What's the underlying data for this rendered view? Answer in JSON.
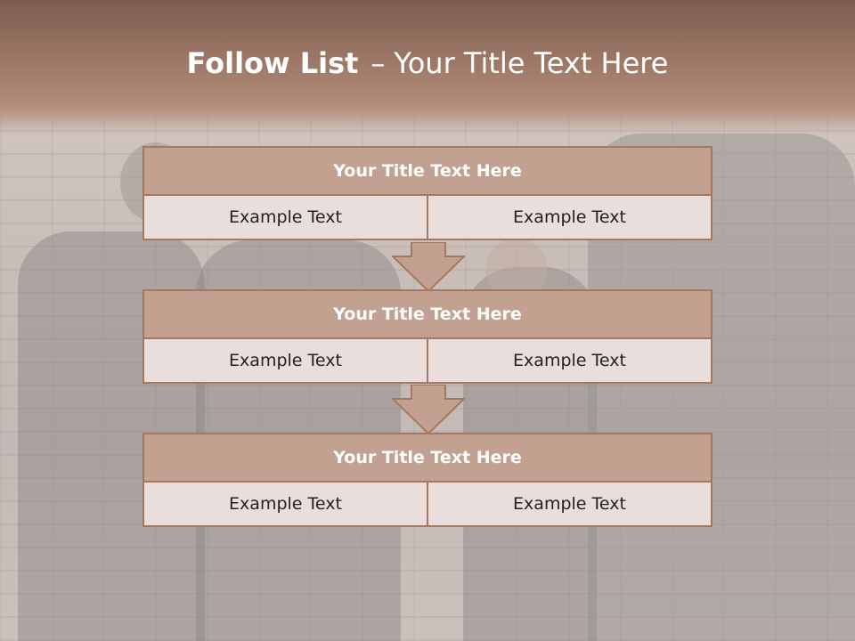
{
  "slide": {
    "title_bold": "Follow List",
    "title_separator": "–",
    "title_rest": "Your Title Text Here"
  },
  "steps": [
    {
      "title": "Your Title Text Here",
      "left": "Example Text",
      "right": "Example Text"
    },
    {
      "title": "Your Title Text Here",
      "left": "Example Text",
      "right": "Example Text"
    },
    {
      "title": "Your Title Text Here",
      "left": "Example Text",
      "right": "Example Text"
    }
  ],
  "colors": {
    "title_band": "#9d7766",
    "box_header": "#c3a190",
    "box_border": "#a4785f",
    "cell_fill": "#e9dedb"
  }
}
